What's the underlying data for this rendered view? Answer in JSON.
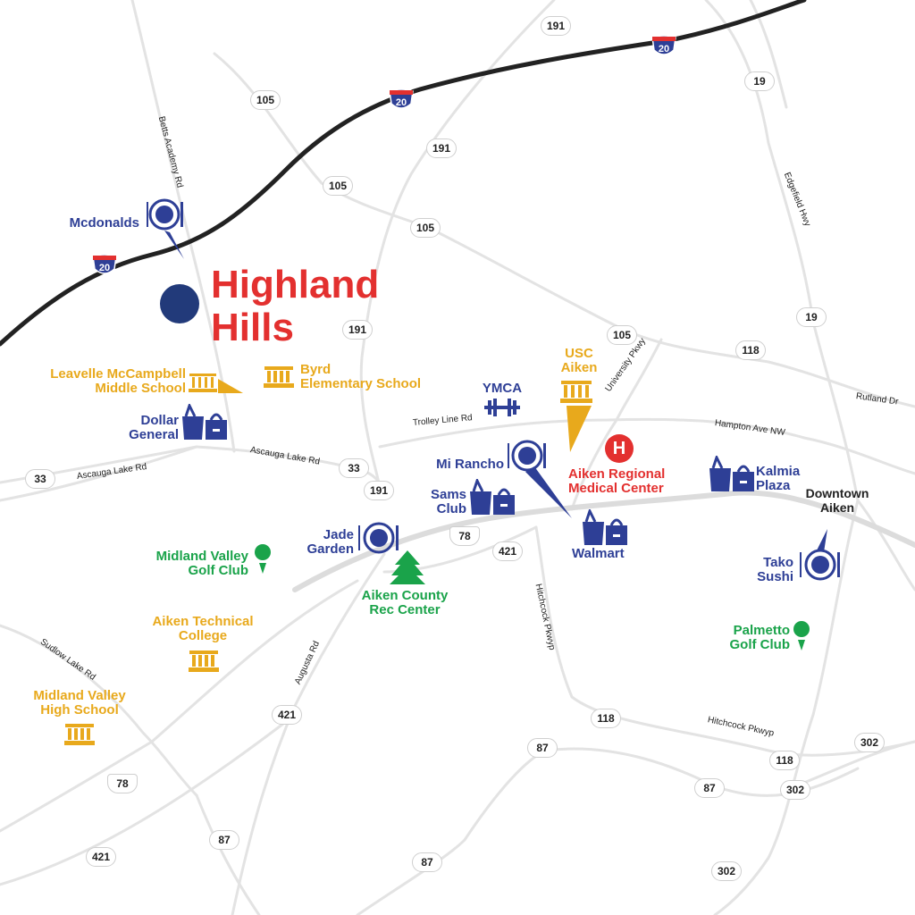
{
  "title": {
    "line1": "Highland",
    "line2": "Hills"
  },
  "colors": {
    "brand_blue": "#2e3f96",
    "school_gold": "#e8a91c",
    "recreation_green": "#1aa34a",
    "medical_red": "#e3302f",
    "property_dot": "#223a7a",
    "interstate": "#222222",
    "road": "#e3e3e3"
  },
  "route_shields": {
    "r191_top": "191",
    "i20_top": "20",
    "i20_mid": "20",
    "i20_left": "20",
    "r19_top": "19",
    "r105_a": "105",
    "r191_b": "191",
    "r105_b": "105",
    "r105_c": "105",
    "r191_c": "191",
    "r19_b": "19",
    "r105_d": "105",
    "r118_a": "118",
    "r33_a": "33",
    "r33_b": "33",
    "r191_d": "191",
    "r78_a": "78",
    "r421_a": "421",
    "r421_b": "421",
    "r118_b": "118",
    "r87_a": "87",
    "r118_c": "118",
    "r302_a": "302",
    "r78_b": "78",
    "r87_b": "87",
    "r302_b": "302",
    "r87_c": "87",
    "r421_c": "421",
    "r87_d": "87",
    "r302_c": "302"
  },
  "road_names": {
    "betts": "Betts Academy Rd",
    "edgefield": "Edgefield Hwy",
    "university": "University Pkwy",
    "rutland": "Rutland Dr",
    "trolley": "Trolley Line Rd",
    "hampton": "Hampton Ave NW",
    "ascauga_e": "Ascauga Lake Rd",
    "ascauga_w": "Ascauga Lake Rd",
    "hitchcock_v": "Hitchcock Pkwyp",
    "hitchcock_h": "Hitchcock Pkwyp",
    "sudlow": "Sudlow Lake Rd",
    "augusta": "Augusta Rd"
  },
  "places": {
    "mcdonalds": "Mcdonalds",
    "leavelle_1": "Leavelle McCampbell",
    "leavelle_2": "Middle School",
    "byrd_1": "Byrd",
    "byrd_2": "Elementary School",
    "dollar_1": "Dollar",
    "dollar_2": "General",
    "ymca": "YMCA",
    "usc_1": "USC",
    "usc_2": "Aiken",
    "hospital_letter": "H",
    "hospital_1": "Aiken Regional",
    "hospital_2": "Medical Center",
    "mirancho": "Mi Rancho",
    "sams_1": "Sams",
    "sams_2": "Club",
    "walmart": "Walmart",
    "kalmia_1": "Kalmia",
    "kalmia_2": "Plaza",
    "downtown_1": "Downtown",
    "downtown_2": "Aiken",
    "jade_1": "Jade",
    "jade_2": "Garden",
    "midland_golf_1": "Midland Valley",
    "midland_golf_2": "Golf Club",
    "rec_1": "Aiken County",
    "rec_2": "Rec Center",
    "tako_1": "Tako",
    "tako_2": "Sushi",
    "atc_1": "Aiken Technical",
    "atc_2": "College",
    "palmetto_1": "Palmetto",
    "palmetto_2": "Golf Club",
    "mvhs_1": "Midland Valley",
    "mvhs_2": "High School"
  }
}
